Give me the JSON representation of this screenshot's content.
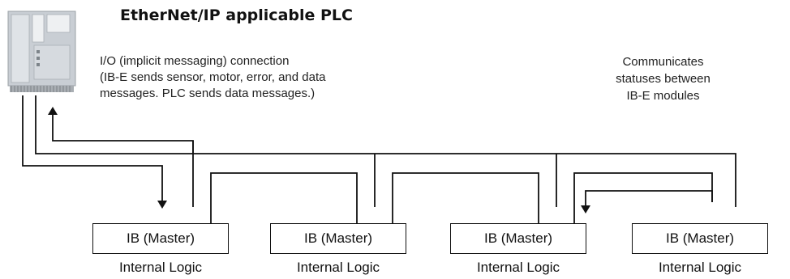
{
  "title": "EtherNet/IP applicable PLC",
  "io_note": {
    "line1": "I/O (implicit messaging) connection",
    "line2": "(IB-E sends sensor, motor, error, and data",
    "line3": "messages.  PLC sends data messages.)"
  },
  "status_note": {
    "line1": "Communicates",
    "line2": "statuses between",
    "line3": "IB-E modules"
  },
  "modules": [
    {
      "box_label": "IB (Master)",
      "logic_label": "Internal Logic"
    },
    {
      "box_label": "IB (Master)",
      "logic_label": "Internal Logic"
    },
    {
      "box_label": "IB (Master)",
      "logic_label": "Internal Logic"
    },
    {
      "box_label": "IB (Master)",
      "logic_label": "Internal Logic"
    }
  ],
  "icons": {
    "plc": "plc-device-icon"
  }
}
